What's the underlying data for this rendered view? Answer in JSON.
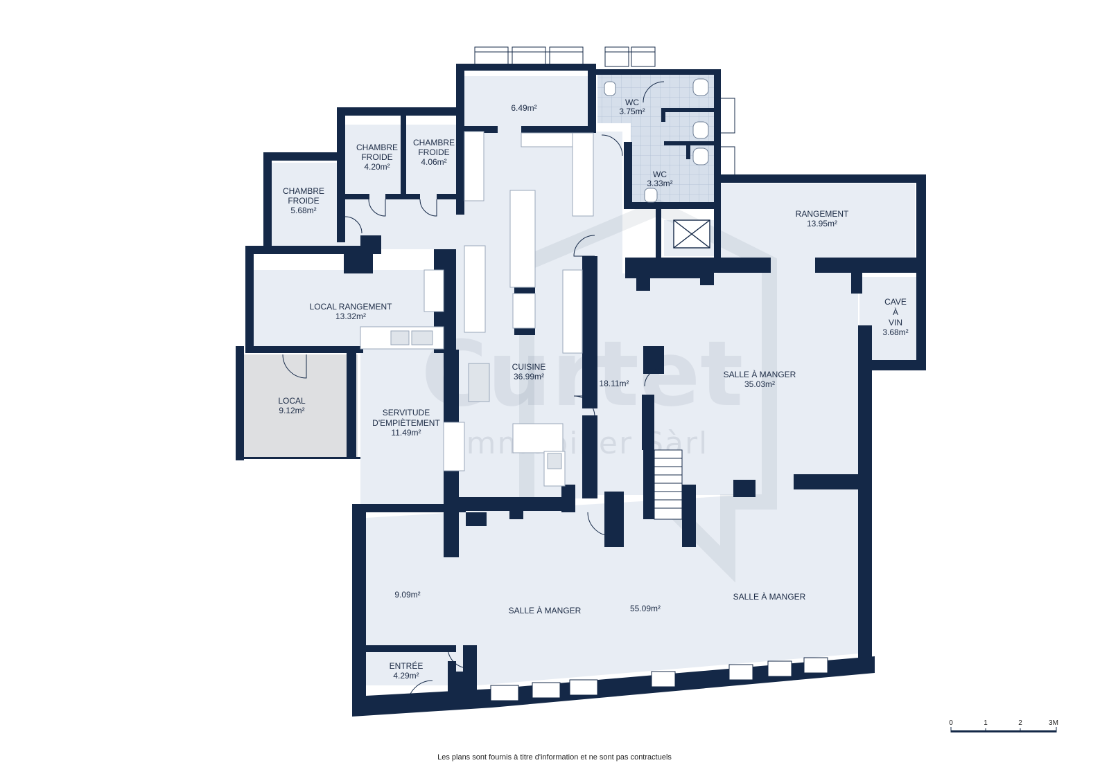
{
  "rooms": [
    {
      "id": "room-6-49",
      "name": "",
      "area": "6.49m²"
    },
    {
      "id": "room-wc-1",
      "name": "WC",
      "area": "3.75m²"
    },
    {
      "id": "room-wc-2",
      "name": "WC",
      "area": "3.33m²"
    },
    {
      "id": "room-chambre-froide-1",
      "name_line1": "CHAMBRE",
      "name_line2": "FROIDE",
      "area": "4.20m²"
    },
    {
      "id": "room-chambre-froide-2",
      "name_line1": "CHAMBRE",
      "name_line2": "FROIDE",
      "area": "4.06m²"
    },
    {
      "id": "room-chambre-froide-3",
      "name_line1": "CHAMBRE",
      "name_line2": "FROIDE",
      "area": "5.68m²"
    },
    {
      "id": "room-rangement",
      "name": "RANGEMENT",
      "area": "13.95m²"
    },
    {
      "id": "room-local-rangement",
      "name": "LOCAL RANGEMENT",
      "area": "13.32m²"
    },
    {
      "id": "room-cave-a-vin",
      "name_line1": "CAVE",
      "name_line2": "À",
      "name_line3": "VIN",
      "area": "3.68m²"
    },
    {
      "id": "room-local",
      "name": "LOCAL",
      "area": "9.12m²"
    },
    {
      "id": "room-cuisine",
      "name": "CUISINE",
      "area": "36.99m²"
    },
    {
      "id": "room-18-11",
      "name": "",
      "area": "18.11m²"
    },
    {
      "id": "room-salle-35",
      "name": "SALLE À MANGER",
      "area": "35.03m²"
    },
    {
      "id": "room-servitude",
      "name_line1": "SERVITUDE",
      "name_line2": "D'EMPIÈTEMENT",
      "area": "11.49m²"
    },
    {
      "id": "room-9-09",
      "name": "",
      "area": "9.09m²"
    },
    {
      "id": "room-salle-55",
      "name": "SALLE À MANGER",
      "area": "55.09m²"
    },
    {
      "id": "room-salle-right",
      "name": "SALLE À MANGER"
    },
    {
      "id": "room-entree",
      "name": "ENTRÉE",
      "area": "4.29m²"
    }
  ],
  "watermark": {
    "line1": "Curtet",
    "line2": "Immobilier Sàrl"
  },
  "scale_bar": {
    "ticks": [
      "0",
      "1",
      "2",
      "3M"
    ]
  },
  "footer_note": "Les plans sont fournis à titre d'information et ne sont pas contractuels",
  "colors": {
    "wall": "#142847",
    "floor": "#e8edf4",
    "local_floor": "#dedfe1",
    "wc_tile": "#d6dfeb"
  }
}
